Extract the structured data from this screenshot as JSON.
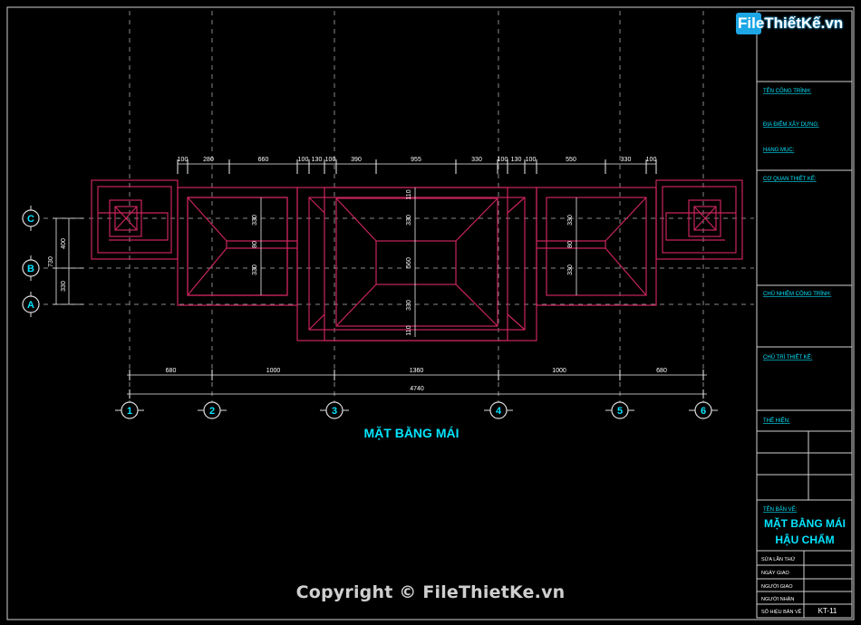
{
  "logo": {
    "text": "FileThiếtKế.vn"
  },
  "copyright": "Copyright © FileThietKe.vn",
  "drawing": {
    "title": "MẶT BẰNG MÁI",
    "top_dims": [
      "100",
      "280",
      "660",
      "100",
      "130",
      "100",
      "390",
      "955",
      "330",
      "100",
      "130",
      "100",
      "550",
      "330",
      "100"
    ],
    "bottom_dims": [
      "680",
      "1000",
      "1360",
      "1000",
      "680"
    ],
    "bottom_total": "4740",
    "left_dims": [
      "400",
      "330"
    ],
    "left_total": "730",
    "inner_left_dims": [
      "330",
      "80",
      "330"
    ],
    "inner_mid_dims": [
      "110",
      "330",
      "560",
      "330",
      "110"
    ],
    "inner_right_dims": [
      "330",
      "80",
      "330"
    ],
    "axes_rows": [
      "C",
      "B",
      "A"
    ],
    "axes_cols": [
      "1",
      "2",
      "3",
      "4",
      "5",
      "6"
    ]
  },
  "title_block": {
    "project_label": "TÊN CÔNG TRÌNH:",
    "location_label": "ĐỊA ĐIỂM XÂY DỰNG:",
    "item_label": "HẠNG MỤC:",
    "agency_label": "CƠ QUAN THIẾT KẾ:",
    "manager_label": "CHỦ NHIỆM CÔNG TRÌNH:",
    "lead_label": "CHỦ TRÌ THIẾT KẾ:",
    "designer_label": "THỂ HIỆN:",
    "drawing_name_label": "TÊN BẢN VẼ:",
    "drawing_name_line1": "MẶT BẰNG MÁI",
    "drawing_name_line2": "HẬU CHẨM",
    "revision_label": "SỬA LẦN THỨ",
    "delivery_date_label": "NGÀY GIAO",
    "deliverer_label": "NGƯỜI GIAO",
    "receiver_label": "NGƯỜI NHẬN",
    "sheet_no_label": "SỐ HIỆU BẢN VẼ",
    "sheet_no": "KT-11"
  },
  "colors": {
    "background": "#000000",
    "roof": "#c8245c",
    "dimension": "#ffffff",
    "text": "#00e5ff",
    "grid": "#8a8a8a",
    "frame": "#d0d0d0"
  }
}
